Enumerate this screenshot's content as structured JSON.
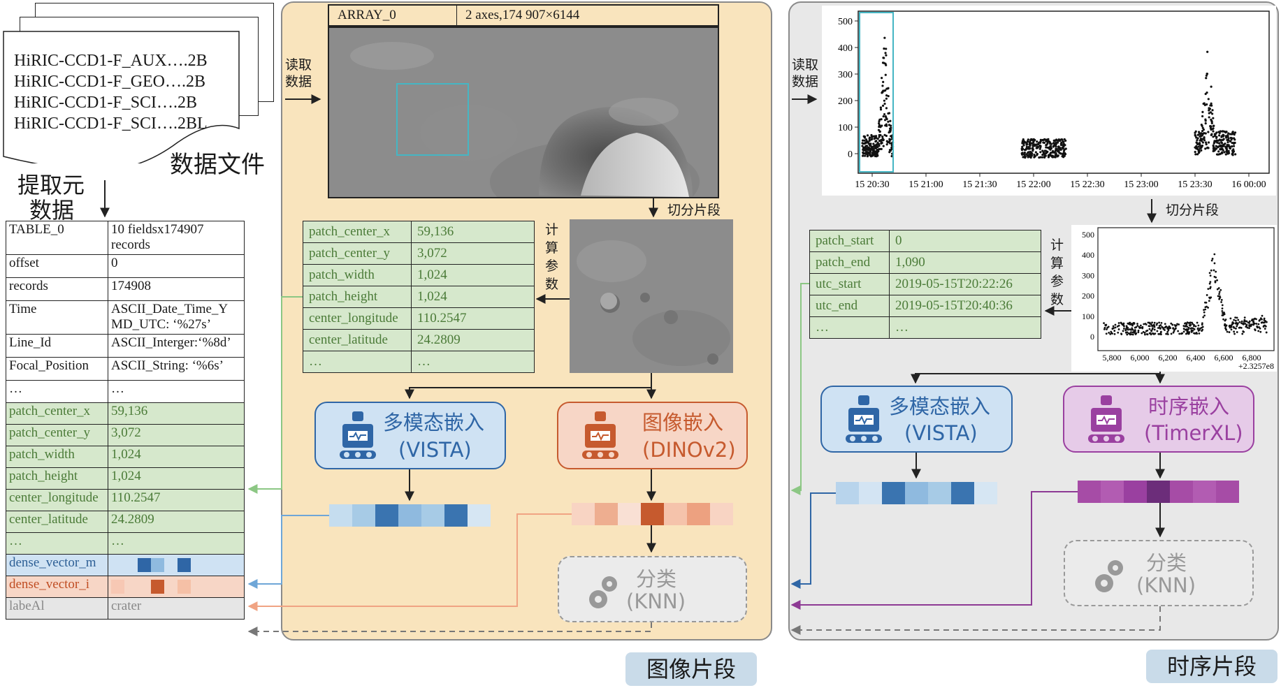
{
  "files": {
    "names": [
      "HiRIC-CCD1-F_AUX….2B",
      "HiRIC-CCD1-F_GEO….2B",
      "HiRIC-CCD1-F_SCI….2B",
      "HiRIC-CCD1-F_SCI….2BL"
    ],
    "caption": "数据文件"
  },
  "extract_label": [
    "提取元",
    "数据"
  ],
  "meta_table": [
    {
      "k": "TABLE_0",
      "v": "10 fieldsx174907 records"
    },
    {
      "k": "offset",
      "v": "0"
    },
    {
      "k": "records",
      "v": "174908"
    },
    {
      "k": "Time",
      "v": "ASCII_Date_Time_Y MD_UTC: ‘%27s’"
    },
    {
      "k": "Line_Id",
      "v": "ASCII_Interger:‘%8d’"
    },
    {
      "k": "Focal_Position",
      "v": "ASCII_String: ‘%6s’"
    },
    {
      "k": "…",
      "v": "…"
    }
  ],
  "patch_table": [
    {
      "k": "patch_center_x",
      "v": "59,136"
    },
    {
      "k": "patch_center_y",
      "v": "3,072"
    },
    {
      "k": "patch_width",
      "v": "1,024"
    },
    {
      "k": "patch_height",
      "v": "1,024"
    },
    {
      "k": "center_longitude",
      "v": "110.2547"
    },
    {
      "k": "center_latitude",
      "v": "24.2809"
    },
    {
      "k": "…",
      "v": "…"
    }
  ],
  "dense_m_label": "dense_vector_m",
  "dense_i_label": "dense_vector_i",
  "label_row": {
    "k": "labeAl",
    "v": "crater"
  },
  "image_panel": {
    "array_key": "ARRAY_0",
    "array_val": "2 axes,174 907×6144",
    "read_data": [
      "读取",
      "数据"
    ],
    "split": "切分片段",
    "compute": [
      "计",
      "算",
      "参",
      "数"
    ],
    "model1": {
      "line1": "多模态嵌入",
      "line2": "(VISTA)"
    },
    "model2": {
      "line1": "图像嵌入",
      "line2": "(DINOv2)"
    },
    "knn": {
      "line1": "分类",
      "line2": "(KNN)"
    },
    "title": "图像片段",
    "colors": {
      "vista_vec": [
        "#c5ddef",
        "#a7cbe6",
        "#3a74b0",
        "#8fbadf",
        "#a7cbe6",
        "#3a74b0",
        "#d6e6f3"
      ],
      "dino_vec": [
        "#f8d4c3",
        "#eeae90",
        "#f9e0d4",
        "#c65a2e",
        "#f5c3ab",
        "#eda180",
        "#f8d4c3"
      ]
    }
  },
  "ts_panel": {
    "read_data": [
      "读取",
      "数据"
    ],
    "split": "切分片段",
    "compute": [
      "计",
      "算",
      "参",
      "数"
    ],
    "yticks": [
      "500",
      "400",
      "300",
      "200",
      "100",
      "0"
    ],
    "xticks": [
      "15 20:30",
      "15 21:00",
      "15 21:30",
      "15 22:00",
      "15 22:30",
      "15 23:00",
      "15 23:30",
      "16 00:00"
    ],
    "small_yticks": [
      "500",
      "400",
      "300",
      "200",
      "100",
      "0"
    ],
    "small_xticks": [
      "5,800",
      "6,000",
      "6,200",
      "6,400",
      "6,600",
      "6,800"
    ],
    "small_offset": "+2.3257e8",
    "params": [
      {
        "k": "patch_start",
        "v": "0"
      },
      {
        "k": "patch_end",
        "v": "1,090"
      },
      {
        "k": "utc_start",
        "v": "2019-05-15T20:22:26"
      },
      {
        "k": "utc_end",
        "v": "2019-05-15T20:40:36"
      },
      {
        "k": "…",
        "v": "…"
      }
    ],
    "model1": {
      "line1": "多模态嵌入",
      "line2": "(VISTA)"
    },
    "model2": {
      "line1": "时序嵌入",
      "line2": "(TimerXL)"
    },
    "knn": {
      "line1": "分类",
      "line2": "(KNN)"
    },
    "title": "时序片段",
    "colors": {
      "vista_vec": [
        "#b8d4ec",
        "#d3e4f3",
        "#3a74b0",
        "#8fbadf",
        "#a7cbe6",
        "#3a74b0",
        "#d6e6f3"
      ],
      "timer_vec": [
        "#a64ca6",
        "#b25cb2",
        "#9a40a0",
        "#6c2d7a",
        "#a64ca6",
        "#b25cb2",
        "#a64ca6"
      ]
    }
  },
  "meta_vec_m": [
    "#cfe2f3",
    "#cfe2f3",
    "#2f66a6",
    "#8fbadf",
    "#cfe2f3",
    "#2f66a6",
    "#cfe2f3"
  ],
  "meta_vec_i": [
    "#f7c8b4",
    "#f7d6c6",
    "#f7d6c6",
    "#c65a2e",
    "#f7d6c6",
    "#f5c0a6",
    "#f7d6c6"
  ]
}
